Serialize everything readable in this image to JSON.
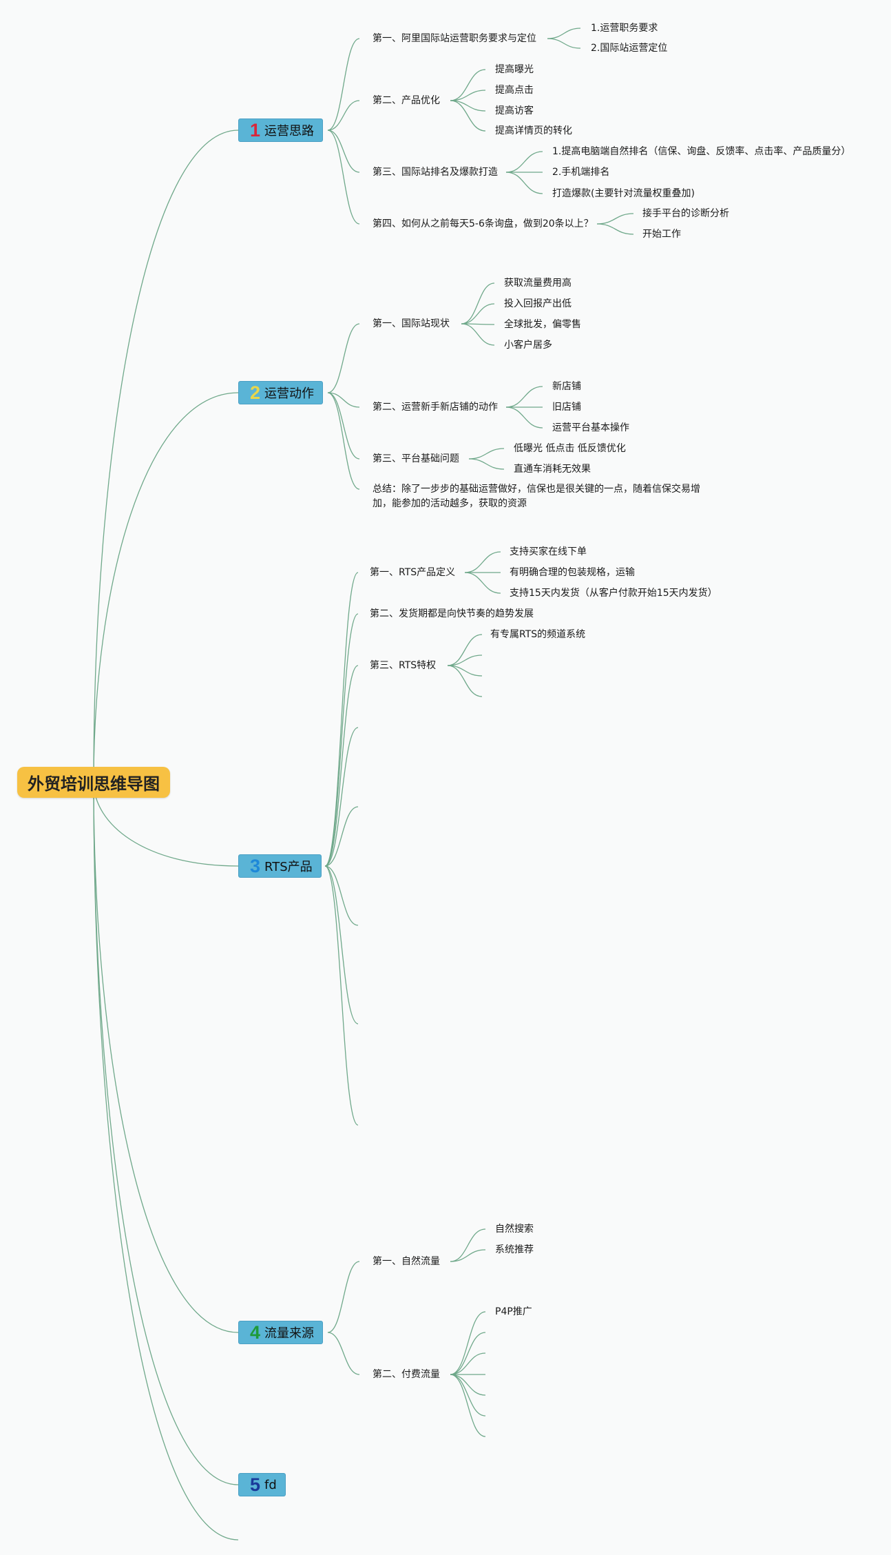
{
  "root": {
    "label": "外贸培训思维导图"
  },
  "colors": {
    "root": "#f7c143",
    "branch": "#5ab4d6",
    "link": "#6fa88a"
  },
  "branches": [
    {
      "num": "1",
      "num_color": "#d9273a",
      "label": "运营思路",
      "children": [
        {
          "label": "第一、阿里国际站运营职务要求与定位",
          "children": [
            "1.运营职务要求",
            "2.国际站运营定位"
          ]
        },
        {
          "label": "第二、产品优化",
          "children": [
            "提高曝光",
            "提高点击",
            "提高访客",
            "提高详情页的转化"
          ]
        },
        {
          "label": "第三、国际站排名及爆款打造",
          "children": [
            "1.提高电脑端自然排名（信保、询盘、反馈率、点击率、产品质量分）",
            "2.手机端排名",
            "打造爆款(主要针对流量权重叠加)"
          ]
        },
        {
          "label": "第四、如何从之前每天5-6条询盘，做到20条以上？",
          "children": [
            "接手平台的诊断分析",
            "开始工作"
          ]
        }
      ]
    },
    {
      "num": "2",
      "num_color": "#e9d64a",
      "label": "运营动作",
      "children": [
        {
          "label": "第一、国际站现状",
          "children": [
            "获取流量费用高",
            "投入回报产出低",
            "全球批发，偏零售",
            "小客户居多"
          ]
        },
        {
          "label": "第二、运营新手新店铺的动作",
          "children": [
            "新店铺",
            "旧店铺",
            "运营平台基本操作"
          ]
        },
        {
          "label": "第三、平台基础问题",
          "children": [
            "低曝光 低点击 低反馈优化",
            "直通车消耗无效果"
          ]
        },
        {
          "label": "总结：除了一步步的基础运营做好，信保也是很关键的一点，随着信保交易增加，能参加的活动越多，获取的资源",
          "children": []
        }
      ]
    },
    {
      "num": "3",
      "num_color": "#1e88d8",
      "label": "RTS产品",
      "children": [
        {
          "label": "第一、RTS产品定义",
          "children": [
            "支持买家在线下单",
            "有明确合理的包装规格，运输",
            "支持15天内发货（从客户付款开始15天内发货）"
          ]
        },
        {
          "label": "第二、发货期都是向快节奏的趋势发展",
          "children": []
        },
        {
          "label": "第三、RTS特权",
          "children": [
            "有专属RTS的频道系统"
          ]
        }
      ]
    },
    {
      "num": "4",
      "num_color": "#1e9a3a",
      "label": "流量来源",
      "children": [
        {
          "label": "第一、自然流量",
          "children": [
            "自然搜索",
            "系统推荐"
          ]
        },
        {
          "label": "第二、付费流量",
          "children": [
            "P4P推广"
          ]
        }
      ]
    },
    {
      "num": "5",
      "num_color": "#1a3a9a",
      "label": "fd",
      "children": []
    }
  ]
}
